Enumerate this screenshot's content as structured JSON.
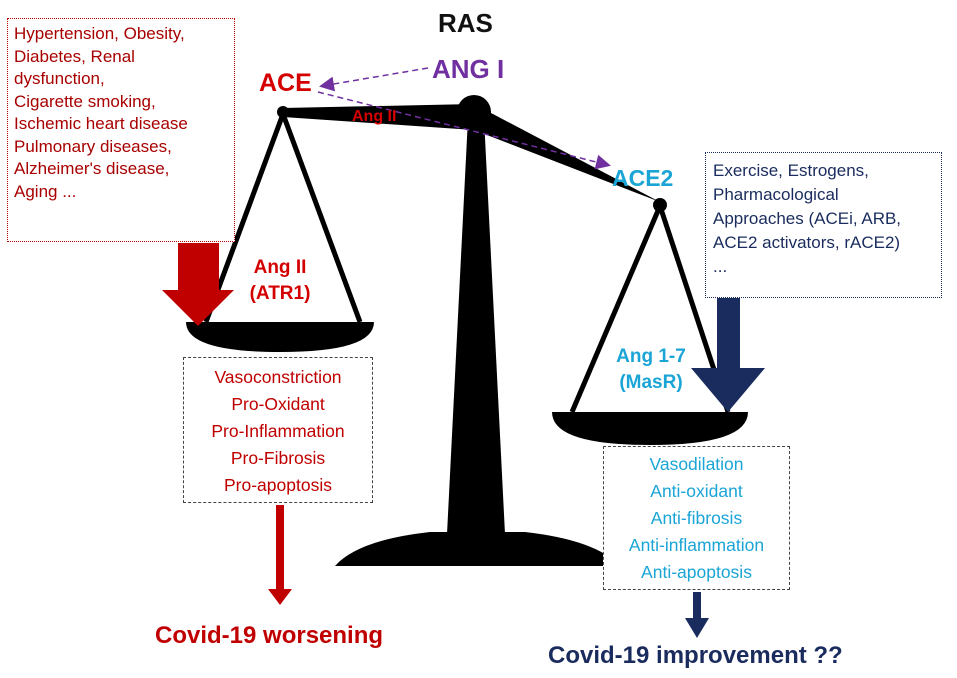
{
  "title": "RAS",
  "risk_factors": [
    "Hypertension, Obesity,",
    "Diabetes, Renal",
    "dysfunction,",
    "Cigarette smoking,",
    "Ischemic heart disease",
    "Pulmonary diseases,",
    "Alzheimer's disease,",
    "Aging ..."
  ],
  "protective_factors": [
    "Exercise, Estrogens,",
    "Pharmacological",
    "Approaches (ACEi, ARB,",
    "ACE2 activators, rACE2)",
    "..."
  ],
  "labels": {
    "ace": "ACE",
    "ang1": "ANG I",
    "ang2_beam": "Ang II",
    "ace2": "ACE2",
    "left_pan_line1": "Ang II",
    "left_pan_line2": "(ATR1)",
    "right_pan_line1": "Ang 1-7",
    "right_pan_line2": "(MasR)"
  },
  "harmful_effects": [
    "Vasoconstriction",
    "Pro-Oxidant",
    "Pro-Inflammation",
    "Pro-Fibrosis",
    "Pro-apoptosis"
  ],
  "protective_effects": [
    "Vasodilation",
    "Anti-oxidant",
    "Anti-fibrosis",
    "Anti-inflammation",
    "Anti-apoptosis"
  ],
  "outcomes": {
    "worse": "Covid-19 worsening",
    "better": "Covid-19 improvement ??"
  },
  "colors": {
    "red": "#c00000",
    "navy": "#1a2c5e",
    "cyan": "#1aa5d6",
    "purple": "#7030a0",
    "black": "#000000"
  }
}
